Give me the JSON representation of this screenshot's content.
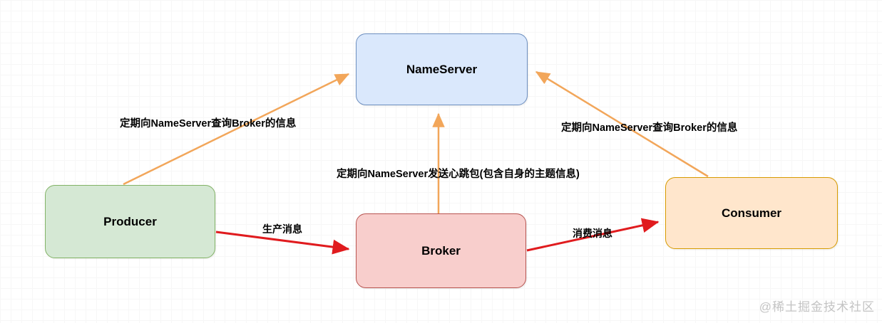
{
  "diagram": {
    "type": "architecture-diagram",
    "topic": "RocketMQ components",
    "nodes": [
      {
        "id": "nameserver",
        "label": "NameServer",
        "fill": "#dae8fc",
        "stroke": "#6c8ebf"
      },
      {
        "id": "producer",
        "label": "Producer",
        "fill": "#d5e8d4",
        "stroke": "#82b366"
      },
      {
        "id": "broker",
        "label": "Broker",
        "fill": "#f8cecc",
        "stroke": "#b85450"
      },
      {
        "id": "consumer",
        "label": "Consumer",
        "fill": "#ffe6cc",
        "stroke": "#d79b00"
      }
    ],
    "edges": [
      {
        "from": "producer",
        "to": "nameserver",
        "label": "定期向NameServer查询Broker的信息",
        "color": "#f2a65a"
      },
      {
        "from": "broker",
        "to": "nameserver",
        "label": "定期向NameServer发送心跳包(包含自身的主题信息)",
        "color": "#f2a65a"
      },
      {
        "from": "consumer",
        "to": "nameserver",
        "label": "定期向NameServer查询Broker的信息",
        "color": "#f2a65a"
      },
      {
        "from": "producer",
        "to": "broker",
        "label": "生产消息",
        "color": "#e01b1e"
      },
      {
        "from": "broker",
        "to": "consumer",
        "label": "消费消息",
        "color": "#e01b1e"
      }
    ],
    "colors": {
      "query_arrow": "#f2a65a",
      "message_arrow": "#e01b1e",
      "grid_line": "#ececec"
    }
  },
  "watermark": {
    "text": "@稀土掘金技术社区"
  }
}
